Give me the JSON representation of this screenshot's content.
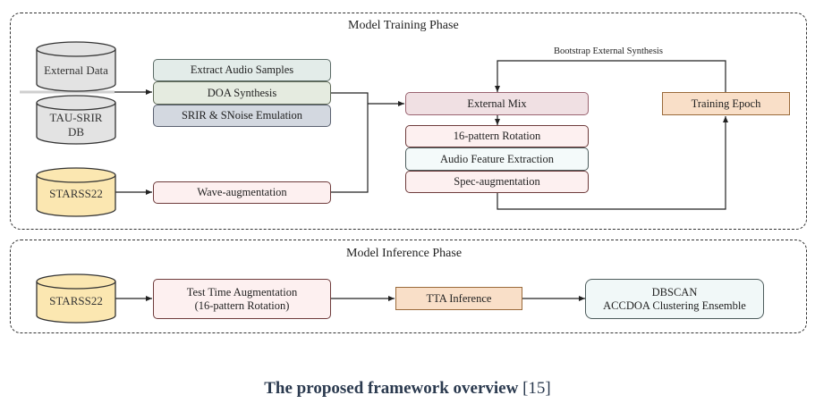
{
  "training_phase": {
    "title": "Model Training Phase",
    "databases": {
      "external_data": "External Data",
      "tau_srir_line1": "TAU-SRIR",
      "tau_srir_line2": "DB",
      "starss22": "STARSS22"
    },
    "synthesis_stack": [
      "Extract Audio Samples",
      "DOA Synthesis",
      "SRIR & SNoise Emulation"
    ],
    "wave_augmentation": "Wave-augmentation",
    "external_mix": "External Mix",
    "processing_stack": [
      "16-pattern Rotation",
      "Audio Feature Extraction",
      "Spec-augmentation"
    ],
    "training_epoch": "Training Epoch",
    "feedback_label": "Bootstrap External Synthesis"
  },
  "inference_phase": {
    "title": "Model Inference Phase",
    "database": "STARSS22",
    "tta_line1": "Test Time Augmentation",
    "tta_line2": "(16-pattern Rotation)",
    "tta_inference": "TTA Inference",
    "ensemble_line1": "DBSCAN",
    "ensemble_line2": "ACCDOA Clustering Ensemble"
  },
  "caption": {
    "title": "The proposed framework overview",
    "reference": "[15]"
  },
  "colors": {
    "gray_db": "#e3e3e3",
    "yellow_db": "#fbe7b1",
    "extract_fill": "#e3ece9",
    "doa_fill": "#e5ebe0",
    "srir_fill": "#d3d8e0",
    "pink_fill": "#fdf0f0",
    "mix_fill": "#f0e0e3",
    "feature_fill": "#f4fafa",
    "epoch_fill": "#f9dfc8",
    "ensemble_fill": "#f1f8f8",
    "caption_color": "#2b3a4f"
  }
}
